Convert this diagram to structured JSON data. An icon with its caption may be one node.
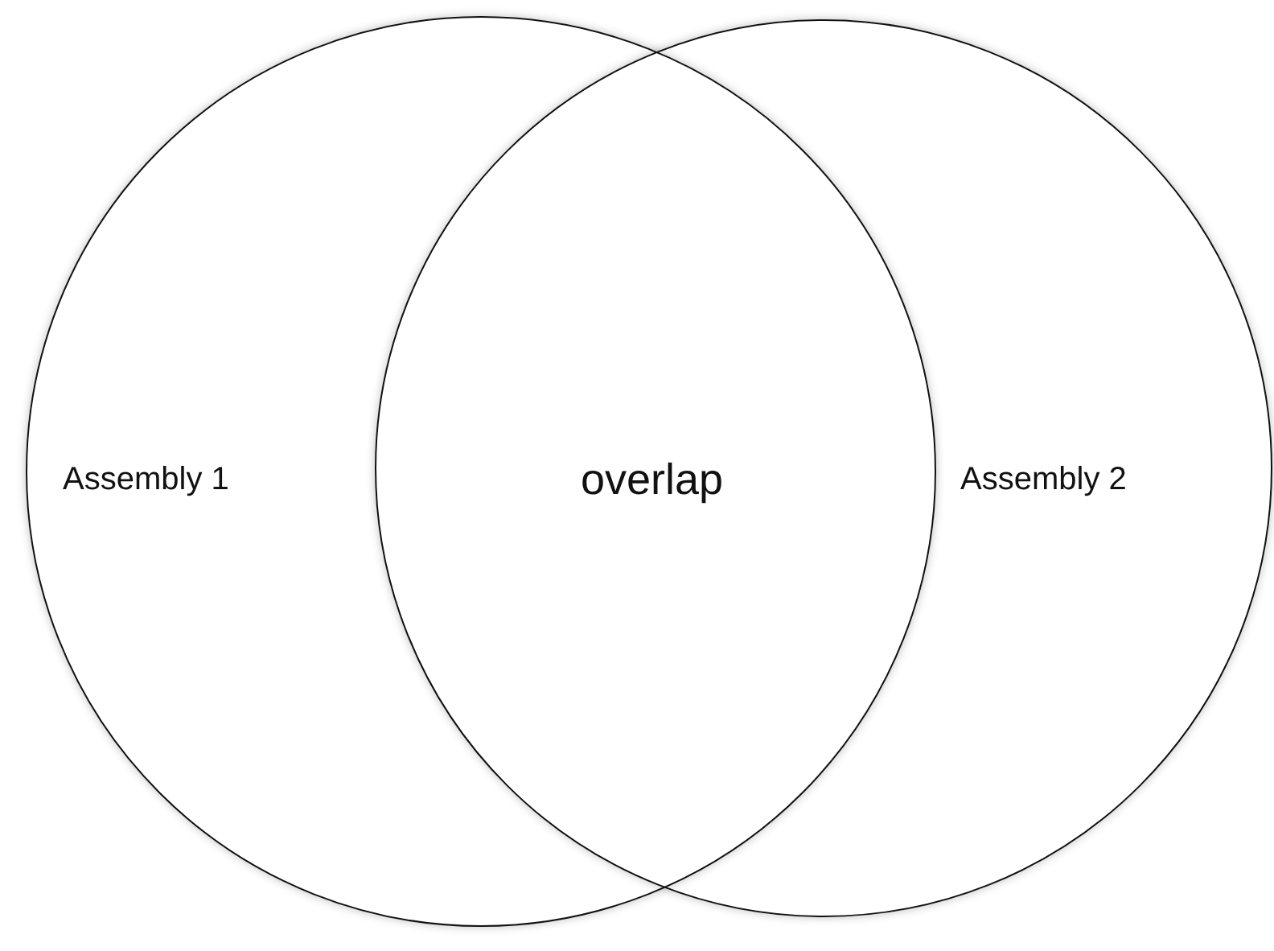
{
  "diagram": {
    "nodes": [
      {
        "text": [
          "Assembly 1"
        ]
      },
      {
        "text": [
          "Assembly 2"
        ]
      }
    ],
    "labels": [
      "overlap"
    ]
  }
}
